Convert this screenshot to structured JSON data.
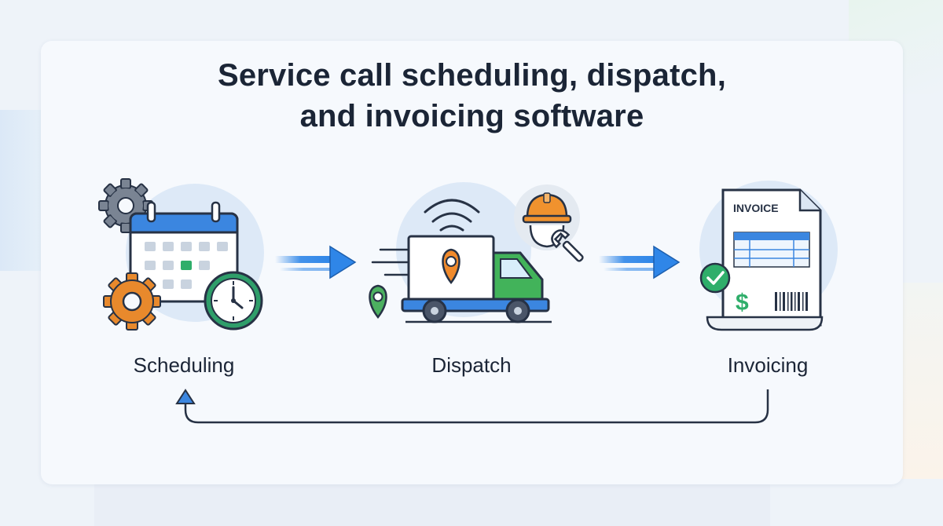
{
  "title": {
    "line1": "Service call scheduling, dispatch,",
    "line2": "and invoicing software"
  },
  "stages": [
    {
      "label": "Scheduling",
      "icon": "calendar-gear-clock-icon"
    },
    {
      "label": "Dispatch",
      "icon": "delivery-truck-icon"
    },
    {
      "label": "Invoicing",
      "icon": "invoice-document-icon"
    }
  ],
  "invoice": {
    "heading": "INVOICE",
    "currency_symbol": "$"
  },
  "colors": {
    "title": "#1b2536",
    "arrow_blue": "#2f86e8",
    "calendar_blue": "#3b86e0",
    "truck_green": "#42b35a",
    "gear_orange": "#e8892c",
    "gear_gray": "#7a8493",
    "clock_green": "#2f9e6a",
    "hard_hat": "#f0922e",
    "check_green": "#2fae6a",
    "pin_orange": "#f08a2c",
    "pin_green": "#4cb060"
  }
}
